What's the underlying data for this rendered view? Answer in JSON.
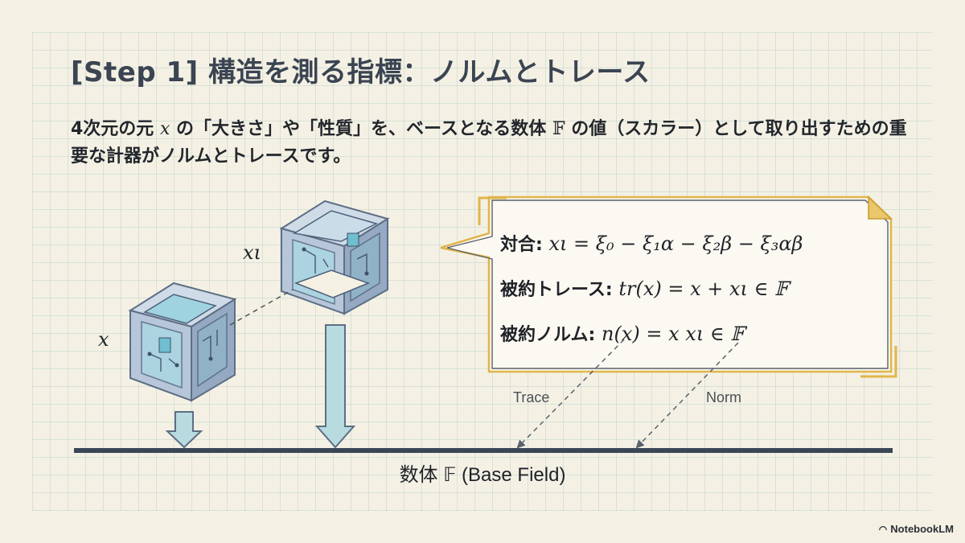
{
  "slide": {
    "title": "[Step 1] 構造を測る指標：ノルムとトレース",
    "lead_part1": "4次元の元 ",
    "lead_var": "x",
    "lead_part2": " の「大きさ」や「性質」を、ベースとなる数体 ",
    "lead_field": "𝔽",
    "lead_part3": " の値（スカラー）として取り出すための重要な計器がノルムとトレースです。"
  },
  "diagram": {
    "cube_label_x": "x",
    "cube_label_xi": "xι",
    "box": {
      "conjugate_label": "対合: ",
      "conjugate_formula": "xι = ξ₀ − ξ₁α − ξ₂β − ξ₃αβ",
      "trace_label": "被約トレース: ",
      "trace_formula": "tr(x) = x + xι ∈ 𝔽",
      "norm_label": "被約ノルム: ",
      "norm_formula": "n(x) = x xι ∈ 𝔽"
    },
    "arrow_trace_label": "Trace",
    "arrow_norm_label": "Norm",
    "base_field_label": "数体 𝔽 (Base Field)"
  },
  "footer": {
    "brand": "NotebookLM",
    "brand_icon": "notebooklm-logo-icon"
  },
  "colors": {
    "background": "#f4f1e4",
    "grid": "#a9cccc",
    "callout_border": "#e3b64b",
    "cube_frame": "#7d93ad",
    "cube_glass": "#9fd3df",
    "arrow_fill": "#b8dbe0",
    "baseline": "#3a4656"
  }
}
